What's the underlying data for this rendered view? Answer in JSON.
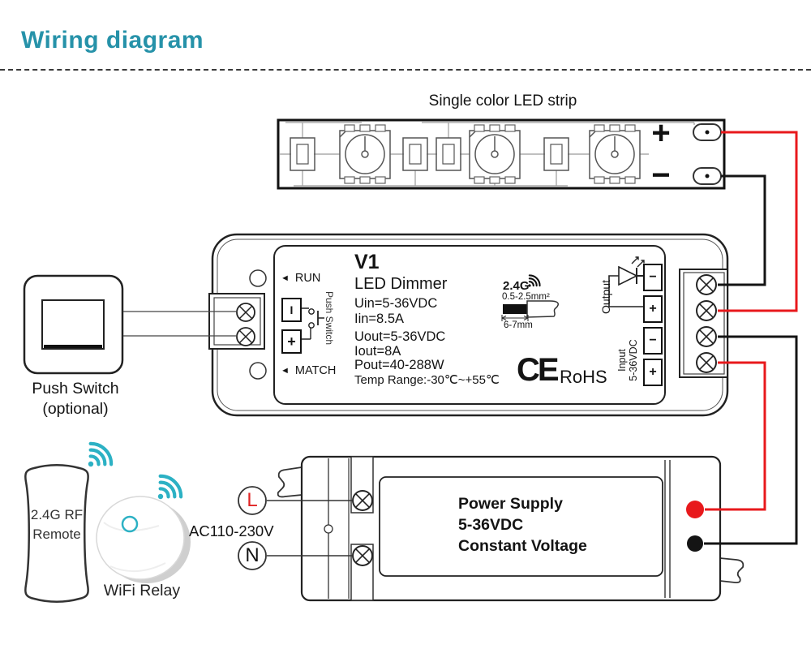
{
  "title": "Wiring diagram",
  "led_strip": {
    "label": "Single color LED strip",
    "plus": "+",
    "minus": "−"
  },
  "push_switch": {
    "name": "Push Switch",
    "note": "(optional)"
  },
  "dimmer": {
    "model": "V1",
    "product": "LED Dimmer",
    "indicator_arrow": "◄",
    "run": "RUN",
    "match": "MATCH",
    "btn_power": "I",
    "btn_dim": "+",
    "push_switch_label": "Push Switch",
    "uin": "Uin=5-36VDC",
    "iin": "Iin=8.5A",
    "uout": "Uout=5-36VDC",
    "iout": "Iout=8A",
    "pout": "Pout=40-288W",
    "temp": "Temp Range:-30℃~+55℃",
    "rf": "2.4G",
    "wire_gauge": "0.5-2.5mm²",
    "strip_length": "6-7mm",
    "ce": "CE",
    "rohs": "RoHS",
    "output_label": "Output",
    "input_label": "Input",
    "input_voltage": "5-36VDC",
    "terminals": [
      "−",
      "+",
      "−",
      "+"
    ]
  },
  "remote": {
    "line1": "2.4G RF",
    "line2": "Remote"
  },
  "wifi_relay": {
    "label": "WiFi Relay"
  },
  "power_supply": {
    "ac": "AC110-230V",
    "live": "L",
    "neutral": "N",
    "line1": "Power Supply",
    "line2": "5-36VDC",
    "line3": "Constant Voltage"
  },
  "colors": {
    "accent_teal": "#2692a9",
    "wifi_teal": "#2cb1c4",
    "wire_red": "#e8191c",
    "wire_black": "#141414",
    "live_red": "#e02424"
  }
}
